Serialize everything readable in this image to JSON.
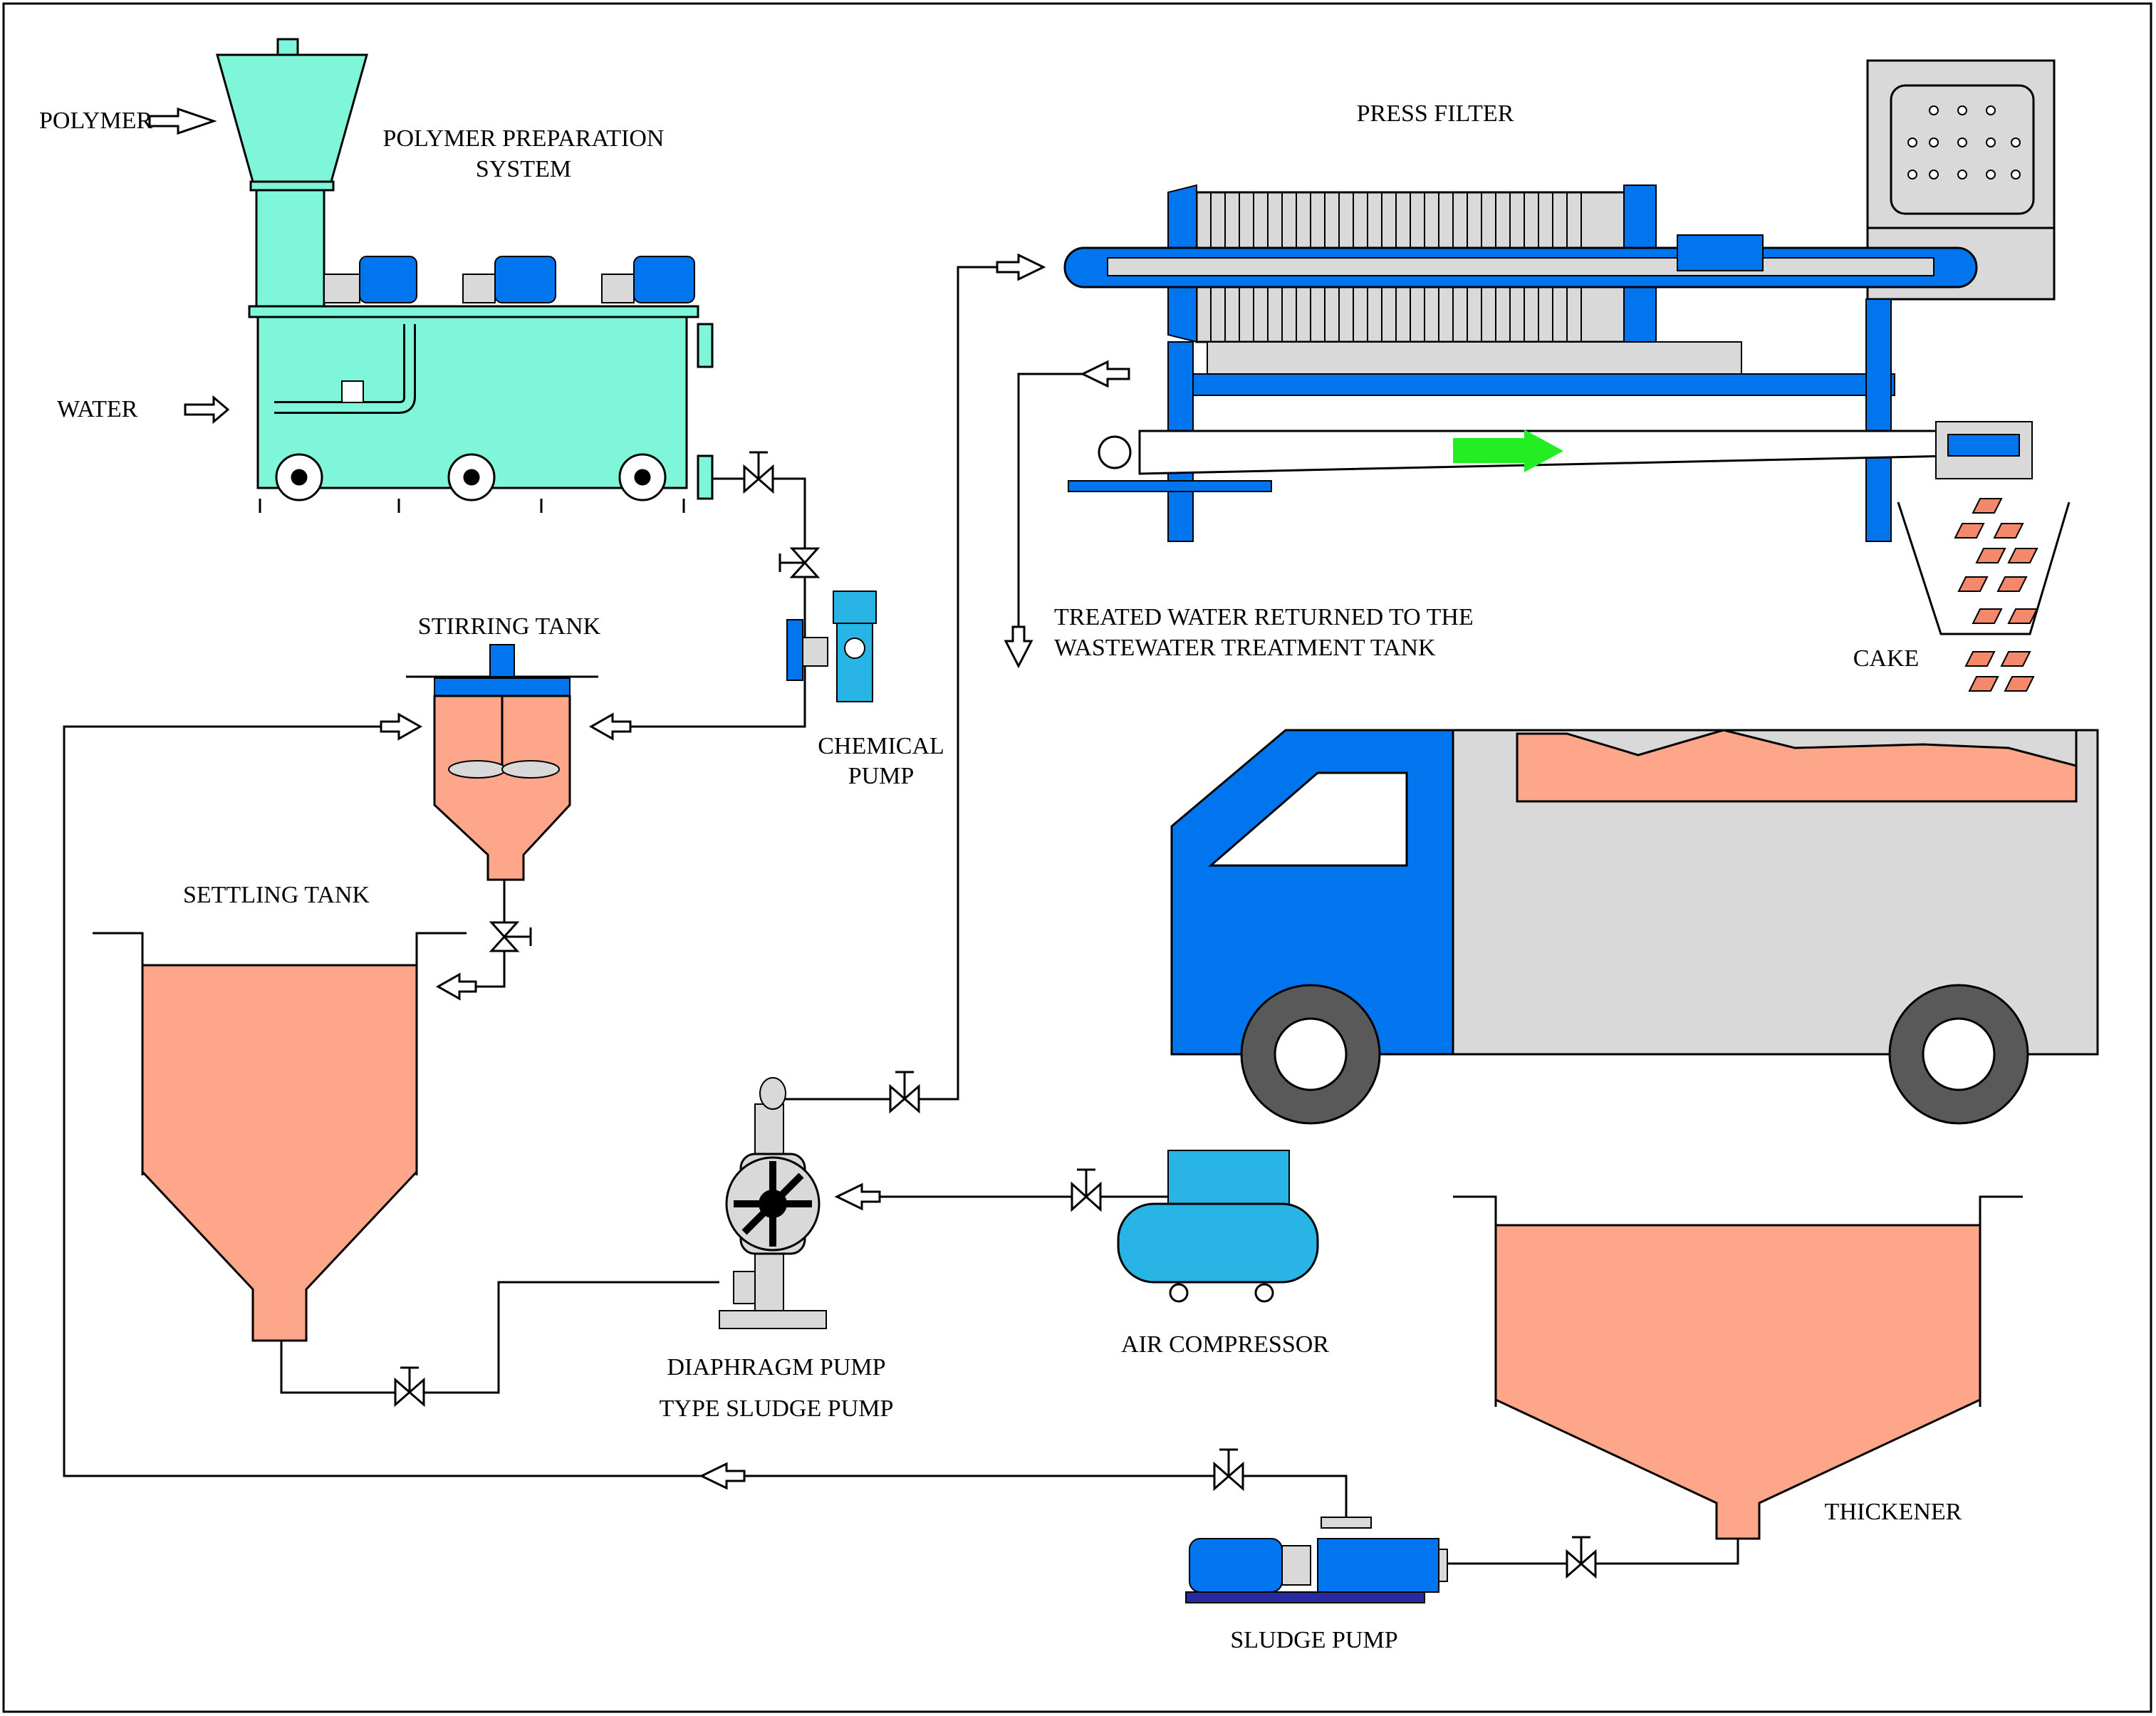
{
  "labels": {
    "polymer": "POLYMER",
    "water": "WATER",
    "polymer_system_l1": "POLYMER PREPARATION",
    "polymer_system_l2": "SYSTEM",
    "press_filter": "PRESS FILTER",
    "treated_water_l1": "TREATED WATER RETURNED TO THE",
    "treated_water_l2": "WASTEWATER TREATMENT TANK",
    "cake": "CAKE",
    "stirring_tank": "STIRRING TANK",
    "chemical_pump_l1": "CHEMICAL",
    "chemical_pump_l2": "PUMP",
    "settling_tank": "SETTLING TANK",
    "diaphragm_pump_l1": "DIAPHRAGM PUMP",
    "diaphragm_pump_l2": "TYPE SLUDGE PUMP",
    "air_compressor": "AIR COMPRESSOR",
    "thickener": "THICKENER",
    "sludge_pump": "SLUDGE PUMP"
  },
  "colors": {
    "sludge": "#fda68a",
    "polymer_tank": "#7ff6d9",
    "equipment_blue": "#0075ee",
    "compressor_blue": "#29b4e6",
    "truck_grey": "#d9d9d9",
    "flow_arrow": "#22ee22",
    "cake_piece": "#f3886b"
  }
}
